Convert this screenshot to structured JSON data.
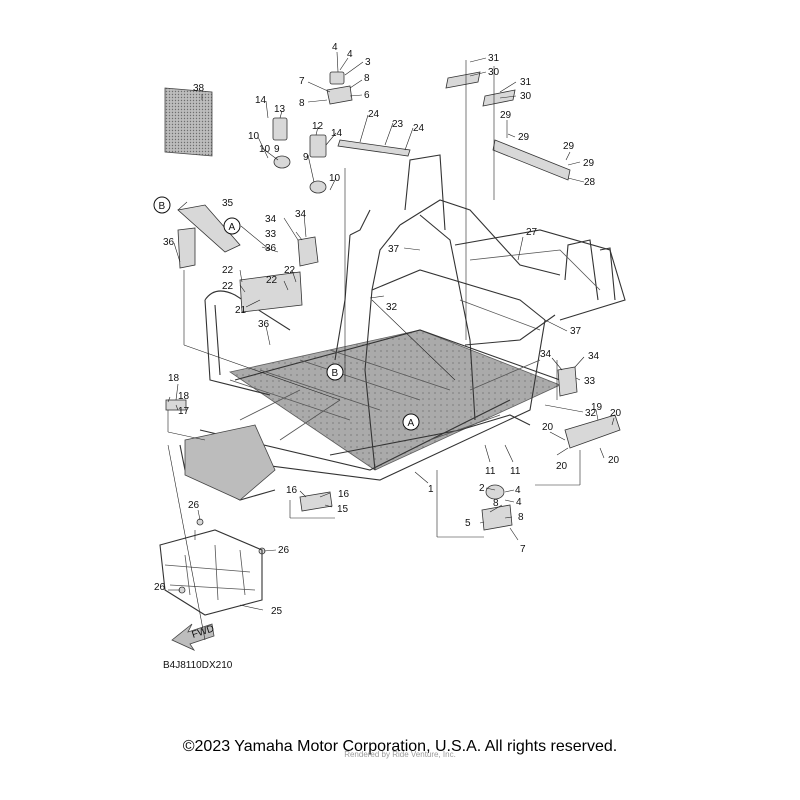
{
  "diagram": {
    "code": "B4J8110DX210",
    "fwd_label": "FWD",
    "callout_a": "A",
    "callout_b": "B",
    "part_numbers": [
      "1",
      "2",
      "3",
      "4",
      "5",
      "6",
      "7",
      "8",
      "9",
      "10",
      "11",
      "12",
      "13",
      "14",
      "15",
      "16",
      "17",
      "18",
      "19",
      "20",
      "21",
      "22",
      "23",
      "24",
      "25",
      "26",
      "27",
      "28",
      "29",
      "30",
      "31",
      "32",
      "33",
      "34",
      "35",
      "36",
      "37",
      "38"
    ]
  },
  "copyright": "©2023 Yamaha Motor Corporation, U.S.A. All rights reserved.",
  "watermark": "Rendered by Ride Venture, Inc."
}
